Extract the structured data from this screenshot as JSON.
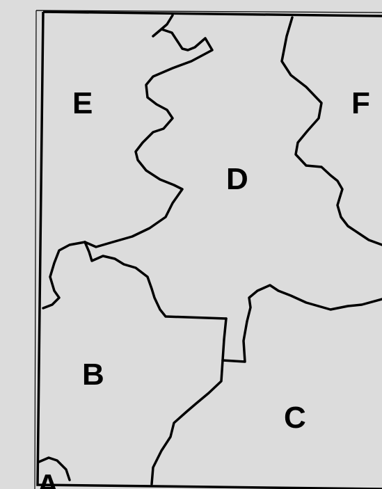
{
  "map": {
    "background_color": "#dcdcdc",
    "line_color": "#000000",
    "regions": [
      {
        "id": "a",
        "label": "A"
      },
      {
        "id": "b",
        "label": "B"
      },
      {
        "id": "c",
        "label": "C"
      },
      {
        "id": "d",
        "label": "D"
      },
      {
        "id": "e",
        "label": "E"
      },
      {
        "id": "f",
        "label": "F"
      }
    ]
  }
}
